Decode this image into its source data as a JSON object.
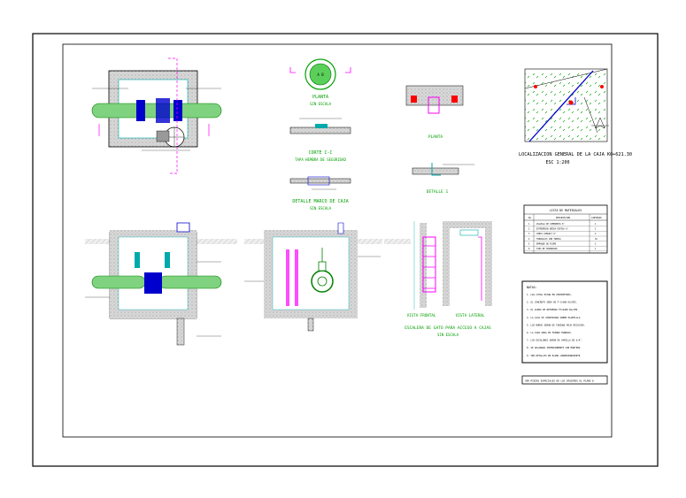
{
  "plan": {
    "title": "PLANTA",
    "scale": "SIN ESCALA"
  },
  "cover_plan": {
    "title": "PLANTA"
  },
  "section_cc": {
    "title": "CORTE C-C",
    "subtitle": "TAPA HEMBRA DE SEGURIDAD"
  },
  "detail_lid": {
    "title": "DETALLE MARCO DE CAJA",
    "scale": "SIN ESCALA"
  },
  "detail_1": {
    "title": "DETALLE 1"
  },
  "location": {
    "title": "LOCALIZACION GENERAL DE LA CAJA KO+621.30",
    "scale": "ESC 1:200"
  },
  "materials": {
    "title": "LISTA DE MATERIALES",
    "headers": [
      "No.",
      "DESCRIPCION",
      "CANTIDAD"
    ],
    "rows": [
      [
        "1",
        "VALVULA DE COMPUERTA 6\"",
        "1"
      ],
      [
        "2",
        "EXTREMIDAD BRIDA ESPIGA 6\"",
        "2"
      ],
      [
        "3",
        "JUNTA GIBAULT 6\"",
        "2"
      ],
      [
        "4",
        "TORNILLOS CON TUERCA",
        "16"
      ],
      [
        "5",
        "EMPAQUE DE PLOMO",
        "2"
      ],
      [
        "6",
        "TAPA DE SEGURIDAD",
        "1"
      ]
    ]
  },
  "notes": {
    "title": "NOTAS:",
    "items": [
      "1. LAS COTAS ESTAN EN CENTIMETROS.",
      "2. EL CONCRETO SERA DE F'C=200 KG/CM2.",
      "3. EL ACERO DE REFUERZO FY=4200 KG/CM2.",
      "4. LA CAJA SE CONSTRUIRA SOBRE PLANTILLA.",
      "5. LOS MUROS SERAN DE TABIQUE ROJO RECOCIDO.",
      "6. LA TAPA SERA DE FIERRO FUNDIDO.",
      "7. LOS ESCALONES SERAN DE VARILLA DE 3/4\".",
      "8. SE APLANARA INTERIORMENTE CON MORTERO.",
      "9. VER DETALLES EN PLANO CORRESPONDIENTE."
    ]
  },
  "footer_note": "VER PIEZAS ESPECIALES DE LOS CRUCEROS EL PLANO 8",
  "elevations": {
    "front": "VISTA FRONTAL",
    "side": "VISTA LATERAL",
    "title": "ESCALERA DE GATO PARA ACCESO A CAJAS",
    "scale": "SIN ESCALA"
  },
  "colors": {
    "frame": "#000000",
    "pipe": "#7fd27f",
    "pipe_stroke": "#008000",
    "dim": "#ff00ff",
    "concrete": "#c8c8c8",
    "valve": "#0000cc",
    "title_green": "#00a000",
    "north_red": "#ff0000"
  }
}
